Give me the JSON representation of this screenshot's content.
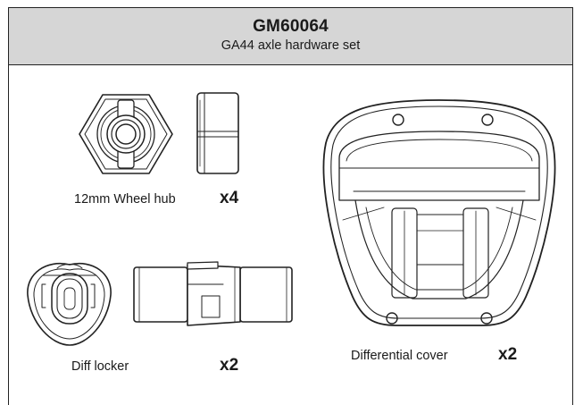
{
  "header": {
    "part_code": "GM60064",
    "title": "GA44 axle hardware set"
  },
  "parts": [
    {
      "label": "12mm Wheel hub",
      "quantity": "x4"
    },
    {
      "label": "Diff locker",
      "quantity": "x2"
    },
    {
      "label": "Differential cover",
      "quantity": "x2"
    }
  ]
}
